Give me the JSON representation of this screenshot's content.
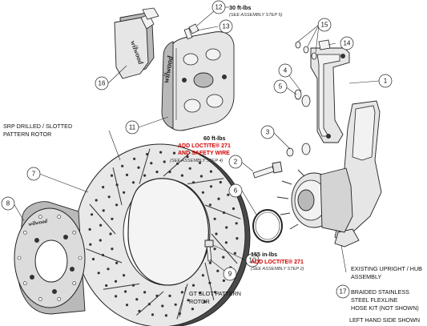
{
  "callouts": [
    {
      "num": "1"
    },
    {
      "num": "2"
    },
    {
      "num": "3"
    },
    {
      "num": "4"
    },
    {
      "num": "5"
    },
    {
      "num": "6"
    },
    {
      "num": "7"
    },
    {
      "num": "8"
    },
    {
      "num": "9"
    },
    {
      "num": "10"
    },
    {
      "num": "11"
    },
    {
      "num": "12"
    },
    {
      "num": "13"
    },
    {
      "num": "14"
    },
    {
      "num": "15"
    },
    {
      "num": "16"
    },
    {
      "num": "17"
    }
  ],
  "torque_12": {
    "value": "30 ft-lbs",
    "note": "(SEE ASSEMBLY STEP 5)"
  },
  "torque_2": {
    "value": "60 ft-lbs",
    "red1": "ADD LOCTITE® 271",
    "red2": "AND SAFETY WIRE",
    "note": "(SEE ASSEMBLY STEP 4)"
  },
  "torque_10": {
    "value": "155 in-lbs",
    "red1": "ADD LOCTITE® 271",
    "note": "(SEE ASSEMBLY STEP 2)"
  },
  "labels": {
    "srp_rotor_1": "SRP DRILLED / SLOTTED",
    "srp_rotor_2": "PATTERN ROTOR",
    "gt_rotor_1": "GT SLOT PATTERN",
    "gt_rotor_2": "ROTOR",
    "upright_1": "EXISTING UPRIGHT / HUB",
    "upright_2": "ASSEMBLY",
    "hose_1": "BRAIDED STAINLESS",
    "hose_2": "STEEL FLEXLINE",
    "hose_3": "HOSE KIT (NOT SHOWN)",
    "side": "LEFT HAND SIDE SHOWN"
  },
  "logos": {
    "caliper": "wilwood",
    "pad": "wilwood",
    "hat": "wilwood"
  }
}
